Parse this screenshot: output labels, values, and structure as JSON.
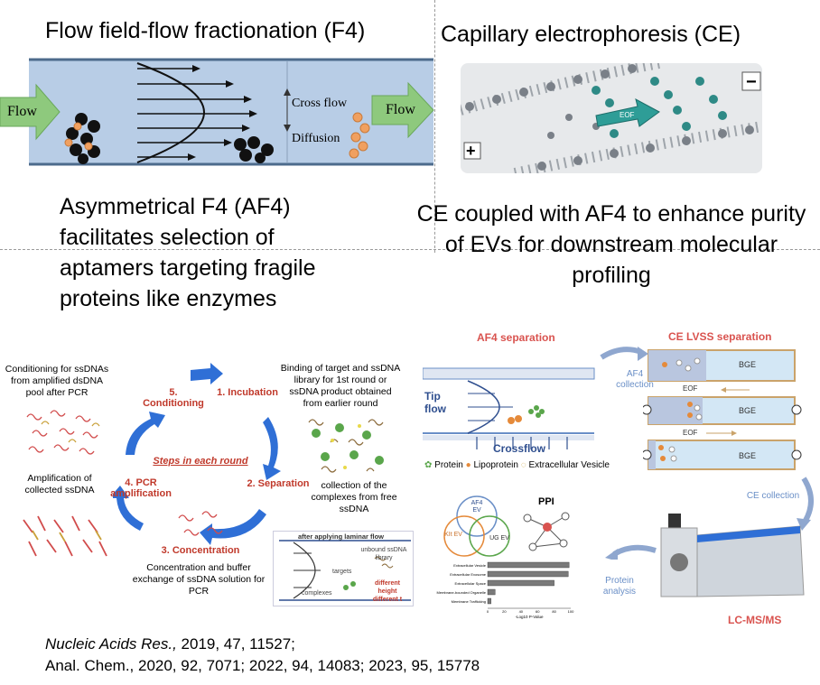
{
  "top_left": {
    "title": "Flow field-flow fractionation (F4)",
    "flow_in_label": "Flow",
    "flow_out_label": "Flow",
    "cross_flow_label": "Cross flow",
    "diffusion_label": "Diffusion",
    "caption": "Asymmetrical F4 (AF4) facilitates selection of aptamers targeting fragile proteins like enzymes"
  },
  "top_right": {
    "title": "Capillary electrophoresis (CE)",
    "minus_sign": "−",
    "plus_sign": "+",
    "eof_label": "EOF",
    "caption": "CE coupled with AF4 to enhance purity of EVs for downstream molecular profiling"
  },
  "cycle": {
    "steps": [
      {
        "label": "1. Incubation"
      },
      {
        "label": "2. Separation"
      },
      {
        "label": "3. Concentration"
      },
      {
        "label": "4. PCR amplification"
      },
      {
        "label": "5. Conditioning"
      }
    ],
    "center_label": "Steps in each round",
    "desc_conditioning": "Conditioning for ssDNAs from amplified dsDNA pool after PCR",
    "desc_incubation": "Binding of target and ssDNA library for 1st round or ssDNA product obtained from earlier round",
    "desc_separation": "collection of the complexes from free ssDNA",
    "desc_concentration": "Concentration and buffer exchange of ssDNA solution for PCR",
    "desc_amplification": "Amplification of collected ssDNA",
    "inset": {
      "header": "after applying laminar flow",
      "unbound": "unbound ssDNA library",
      "targets": "targets",
      "complexes": "complexes",
      "height": "different height different t"
    }
  },
  "workflow": {
    "af4_title": "AF4 separation",
    "ce_title": "CE LVSS separation",
    "af4_collection": "AF4 collection",
    "tip_flow": "Tip flow",
    "crossflow": "Crossflow",
    "legend": [
      "Protein",
      "Lipoprotein",
      "Extracellular Vesicle"
    ],
    "bge": "BGE",
    "eof": "EOF",
    "ce_collection": "CE collection",
    "protein_analysis": "Protein analysis",
    "instrument": "LC-MS/MS",
    "venn": [
      "AF4 EV",
      "KIt EV",
      "UG EV"
    ],
    "ppi": "PPI",
    "bar_chart": {
      "categories": [
        "Extracellular Vesicle",
        "Extracellular Exosome",
        "Extracellular Space",
        "Membrane-bounded Organelle",
        "Membrane Trafficking"
      ],
      "values": [
        98,
        97,
        80,
        9,
        4
      ],
      "ticks": [
        "0",
        "20",
        "40",
        "60",
        "80",
        "100"
      ],
      "xlabel": "-Log10 P-Value"
    }
  },
  "citation": {
    "journal": "Nucleic Acids Res.,",
    "line1_rest": " 2019, 47, 11527;",
    "line2": "Anal. Chem., 2020, 92, 7071; 2022, 94, 14083; 2023, 95, 15778"
  },
  "colors": {
    "cycle_arrow": "#2f6fd6",
    "red_text": "#c0392b",
    "channel": "#b8cde6",
    "flow_arrow": "#86c77a",
    "af4_title": "#d9534f",
    "ce_blue": "#6a8fc7"
  }
}
